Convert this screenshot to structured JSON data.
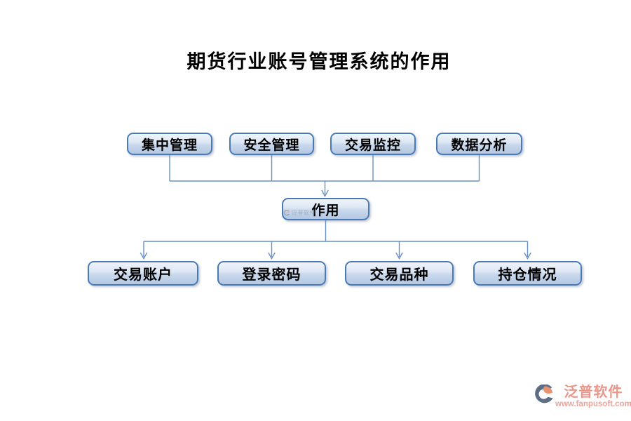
{
  "title": "期货行业账号管理系统的作用",
  "diagram": {
    "top_nodes": [
      {
        "label": "集中管理"
      },
      {
        "label": "安全管理"
      },
      {
        "label": "交易监控"
      },
      {
        "label": "数据分析"
      }
    ],
    "center_node": {
      "label": "作用"
    },
    "bottom_nodes": [
      {
        "label": "交易账户"
      },
      {
        "label": "登录密码"
      },
      {
        "label": "交易品种"
      },
      {
        "label": "持仓情况"
      }
    ]
  },
  "watermark": {
    "text": "泛普软件"
  },
  "footer": {
    "brand": "泛普软件",
    "url": "www.fanpusoft.com"
  },
  "colors": {
    "node_border": "#4a79b8",
    "node_fill_top": "#eff4fb",
    "node_fill_bottom": "#b3c8e3",
    "connector": "#6890c8",
    "brand_text": "#e9968b",
    "brand_url": "#eba49a"
  }
}
